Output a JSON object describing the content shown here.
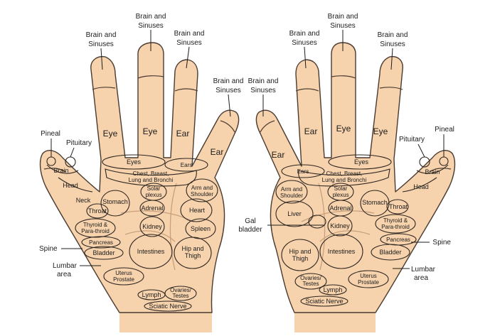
{
  "diagram": {
    "outside": {
      "brain_sinuses": "Brain and Sinuses",
      "pineal": "Pineal",
      "pituitary": "Pituitary",
      "spine": "Spine",
      "lumbar": "Lumbar area",
      "gal_bladder": "Gal bladder"
    },
    "fingers": {
      "eye": "Eye",
      "ear": "Ear"
    },
    "zones": {
      "brain": "Brain",
      "head": "Head",
      "neck": "Neck",
      "eyes": "Eyes",
      "ears": "Ears",
      "chest": "Chest, Breast, Lung and Bronchi",
      "arm_shoulder": "Arm and Shoulder",
      "solar_plexus": "Solar plexus",
      "stomach": "Stomach",
      "throat": "Throat",
      "adrenal": "Adrenal",
      "heart": "Heart",
      "liver": "Liver",
      "thyroid": "Thyroid & Para-throid",
      "kidney": "Kidney",
      "spleen": "Spleen",
      "pancreas": "Pancreas",
      "bladder": "Bladder",
      "intestines": "Intestines",
      "hip_thigh": "Hip and Thigh",
      "uterus": "Uterus Prostate",
      "lymph": "Lymph",
      "ovaries": "Ovaries/ Testes",
      "sciatic": "Sciatic Nerve"
    }
  }
}
